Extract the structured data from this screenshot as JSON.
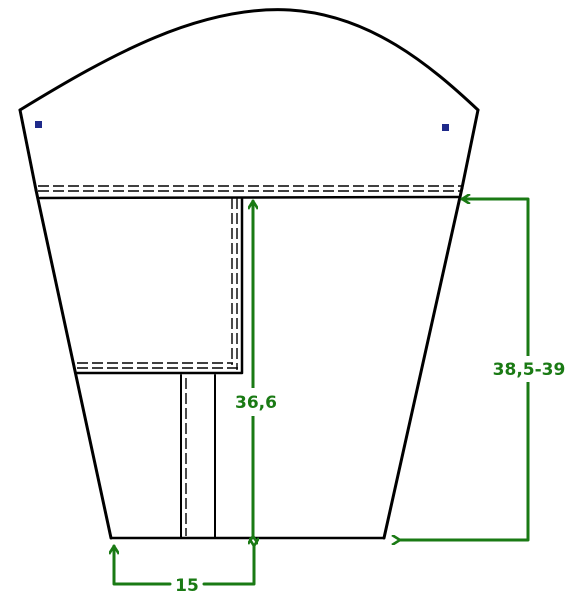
{
  "colors": {
    "outline": "#000000",
    "dimension": "#1a7a14",
    "marker": "#1f2a8a",
    "background": "#ffffff"
  },
  "dimensions": {
    "height_main": "36,6",
    "height_side": "38,5-39",
    "bottom_width": "15"
  }
}
